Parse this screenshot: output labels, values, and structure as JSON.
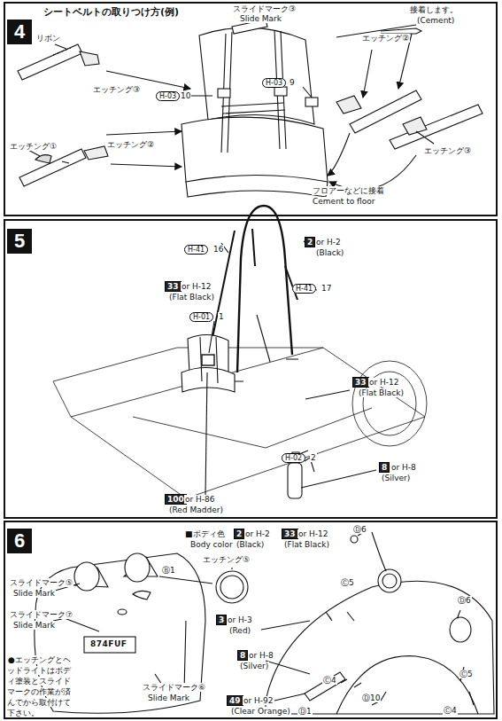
{
  "diagram": {
    "nodes": [
      {
        "text": [
          "4"
        ]
      },
      {
        "text": [
          "5"
        ]
      },
      {
        "text": [
          "6"
        ]
      }
    ],
    "labels": [
      "シートベルトの取りつけ方(例)",
      "リボン",
      "エッチング③",
      "エッチング①",
      "エッチング②",
      "H-03",
      "10",
      "スライドマーク③",
      "Slide Mark",
      "H-03",
      "9",
      "接着します。",
      "(Cement)",
      "エッチング②",
      "エッチング③",
      "フロアーなどに接着",
      "Cement to floor",
      "H-41",
      "16",
      "2",
      "or H-2",
      "(Black)",
      "33",
      "or H-12",
      "(Flat Black)",
      "H-41",
      "17",
      "H-01",
      "1",
      "33",
      "or H-12",
      "(Flat Black)",
      "H-02",
      "2",
      "8",
      "or H-8",
      "(Silver)",
      "100",
      "or H-86",
      "(Red Madder)",
      "■ボディ色",
      "Body color",
      "Ⓑ1",
      "2",
      "or H-2",
      "(Black)",
      "33",
      "or H-12",
      "(Flat Black)",
      "Ⓓ6",
      "エッチング⑤",
      "スライドマーク⑤",
      "Slide Mark",
      "スライドマーク⑦",
      "Slide Mark",
      "3",
      "or H-3",
      "(Red)",
      "Ⓒ5",
      "8",
      "or H-8",
      "(Silver)",
      "Ⓓ6",
      "Ⓒ4",
      "49",
      "or H-92",
      "(Clear Orange)",
      "Ⓒ5",
      "Ⓓ1",
      "Ⓓ10",
      "Ⓒ4",
      "スライドマーク⑥",
      "Slide Mark",
      "874FUF",
      "●エッチングとヘッドライトはボディ塗装とスライドマークの作業が済んでから取付けて下さい。"
    ]
  }
}
